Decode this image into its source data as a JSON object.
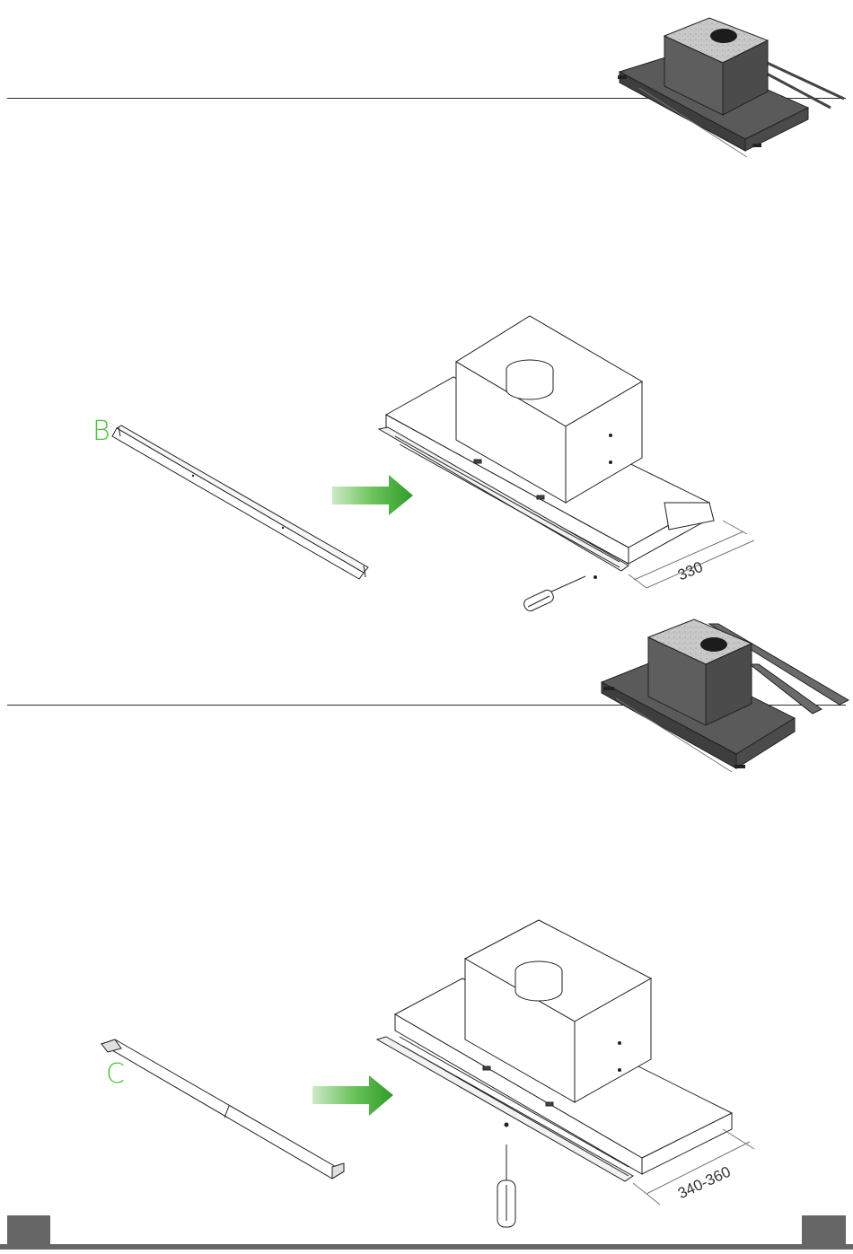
{
  "section1": {
    "part_label": "B",
    "dimension": "330"
  },
  "section2": {
    "part_label": "C",
    "dimension": "340-360"
  },
  "colors": {
    "accent_green": "#4cc23b",
    "arrow_green": "#3aa832",
    "hood_dark": "#585858",
    "footer_gray": "#666666"
  },
  "icons": [
    "hood-thumbnail-icon",
    "mounting-bracket-icon",
    "direction-arrow-icon",
    "hood-assembly-icon",
    "screwdriver-icon",
    "screw-icon",
    "dimension-line-icon"
  ]
}
